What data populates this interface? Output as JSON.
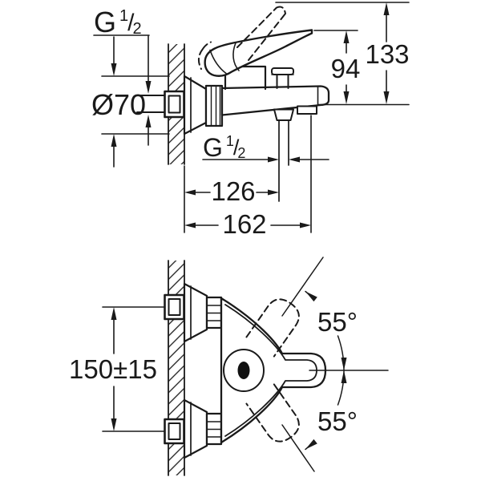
{
  "drawing": {
    "kind": "bath-mixer-installation-dimension-diagram",
    "colors": {
      "line": "#1a1a1a",
      "background": "#ffffff"
    },
    "labels": {
      "supply_thread_letter": "G",
      "supply_thread_sup": "1",
      "supply_thread_slash": "/",
      "supply_thread_sub": "2",
      "escutcheon_diameter": "Ø70",
      "spout_height": "94",
      "total_height": "133",
      "outlet_thread_letter": "G",
      "outlet_thread_sup": "1",
      "outlet_thread_slash": "/",
      "outlet_thread_sub": "2",
      "spout_reach": "126",
      "total_projection": "162",
      "inlet_spacing": "150±15",
      "handle_swing_up": "55°",
      "handle_swing_down": "55°"
    }
  }
}
